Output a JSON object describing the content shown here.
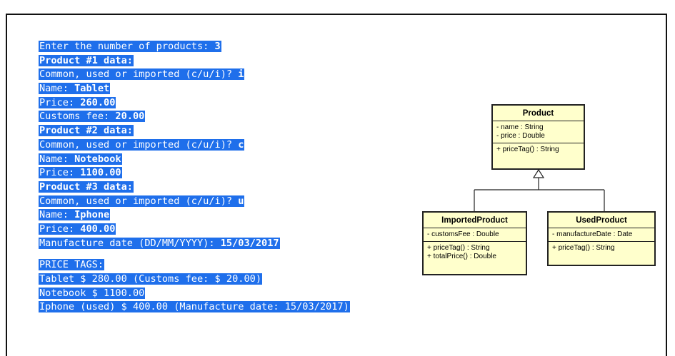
{
  "console": {
    "lines": [
      {
        "prompt": "Enter the number of products: ",
        "input": "3"
      },
      {
        "prompt": "",
        "input": "Product #1 data:"
      },
      {
        "prompt": "Common, used or imported (c/u/i)? ",
        "input": "i"
      },
      {
        "prompt": "Name: ",
        "input": "Tablet"
      },
      {
        "prompt": "Price: ",
        "input": "260.00"
      },
      {
        "prompt": "Customs fee: ",
        "input": "20.00"
      },
      {
        "prompt": "",
        "input": "Product #2 data:"
      },
      {
        "prompt": "Common, used or imported (c/u/i)? ",
        "input": "c"
      },
      {
        "prompt": "Name: ",
        "input": "Notebook"
      },
      {
        "prompt": "Price: ",
        "input": "1100.00"
      },
      {
        "prompt": "",
        "input": "Product #3 data:"
      },
      {
        "prompt": "Common, used or imported (c/u/i)? ",
        "input": "u"
      },
      {
        "prompt": "Name: ",
        "input": "Iphone"
      },
      {
        "prompt": "Price: ",
        "input": "400.00"
      },
      {
        "prompt": "Manufacture date (DD/MM/YYYY): ",
        "input": "15/03/2017"
      }
    ],
    "output": [
      "PRICE TAGS:",
      "Tablet $ 280.00 (Customs fee: $ 20.00)",
      "Notebook $ 1100.00",
      "Iphone (used) $ 400.00 (Manufacture date: 15/03/2017)"
    ]
  },
  "uml": {
    "product": {
      "name": "Product",
      "attributes": [
        "- name : String",
        "- price : Double"
      ],
      "methods": [
        "+ priceTag() : String"
      ]
    },
    "imported": {
      "name": "ImportedProduct",
      "attributes": [
        "- customsFee : Double"
      ],
      "methods": [
        "+ priceTag() : String",
        "+ totalPrice() : Double"
      ]
    },
    "used": {
      "name": "UsedProduct",
      "attributes": [
        "- manufactureDate : Date"
      ],
      "methods": [
        "+ priceTag() : String"
      ]
    }
  },
  "colors": {
    "highlight": "#1f6feb",
    "class_fill": "#ffffcc"
  }
}
